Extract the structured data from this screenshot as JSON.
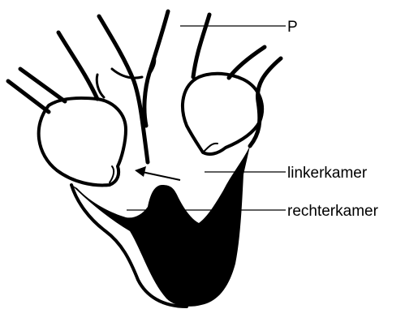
{
  "labels": {
    "p": "P",
    "linkerkamer": "linkerkamer",
    "rechterkamer": "rechterkamer"
  },
  "colors": {
    "ink": "#000000",
    "paper": "#ffffff"
  }
}
